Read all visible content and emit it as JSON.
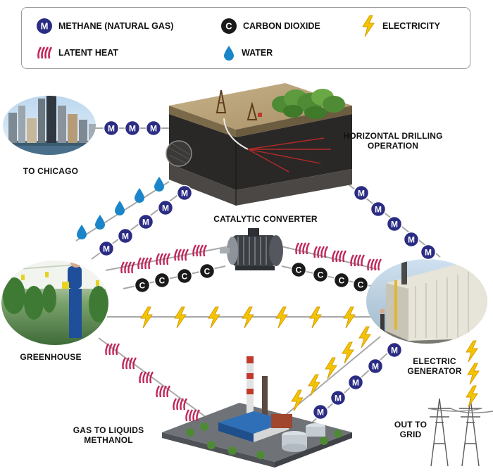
{
  "legend": {
    "methane": {
      "symbol": "M",
      "label": "METHANE (NATURAL GAS)"
    },
    "carbon_dioxide": {
      "symbol": "C",
      "label": "CARBON DIOXIDE"
    },
    "electricity": {
      "label": "ELECTRICITY"
    },
    "latent_heat": {
      "label": "LATENT HEAT"
    },
    "water": {
      "label": "WATER"
    }
  },
  "nodes": {
    "chicago": {
      "lines": [
        "TO CHICAGO"
      ]
    },
    "drilling": {
      "lines": [
        "HORIZONTAL DRILLING",
        "OPERATION"
      ]
    },
    "converter": {
      "lines": [
        "CATALYTIC CONVERTER"
      ]
    },
    "greenhouse": {
      "lines": [
        "GREENHOUSE"
      ]
    },
    "generator": {
      "lines": [
        "ELECTRIC",
        "GENERATOR"
      ]
    },
    "gtl": {
      "lines": [
        "GAS TO LIQUIDS",
        "METHANOL"
      ]
    },
    "grid": {
      "lines": [
        "OUT TO",
        "GRID"
      ]
    }
  },
  "colors": {
    "methane_fill": "#2b2c83",
    "co2_fill": "#1a1a1a",
    "heat": "#c0265a",
    "water": "#1a86c9",
    "bolt": "#f5c400",
    "bolt_stroke": "#d69e00",
    "link": "#a8a8a8"
  },
  "symbols": {
    "m": "M",
    "c": "C"
  }
}
